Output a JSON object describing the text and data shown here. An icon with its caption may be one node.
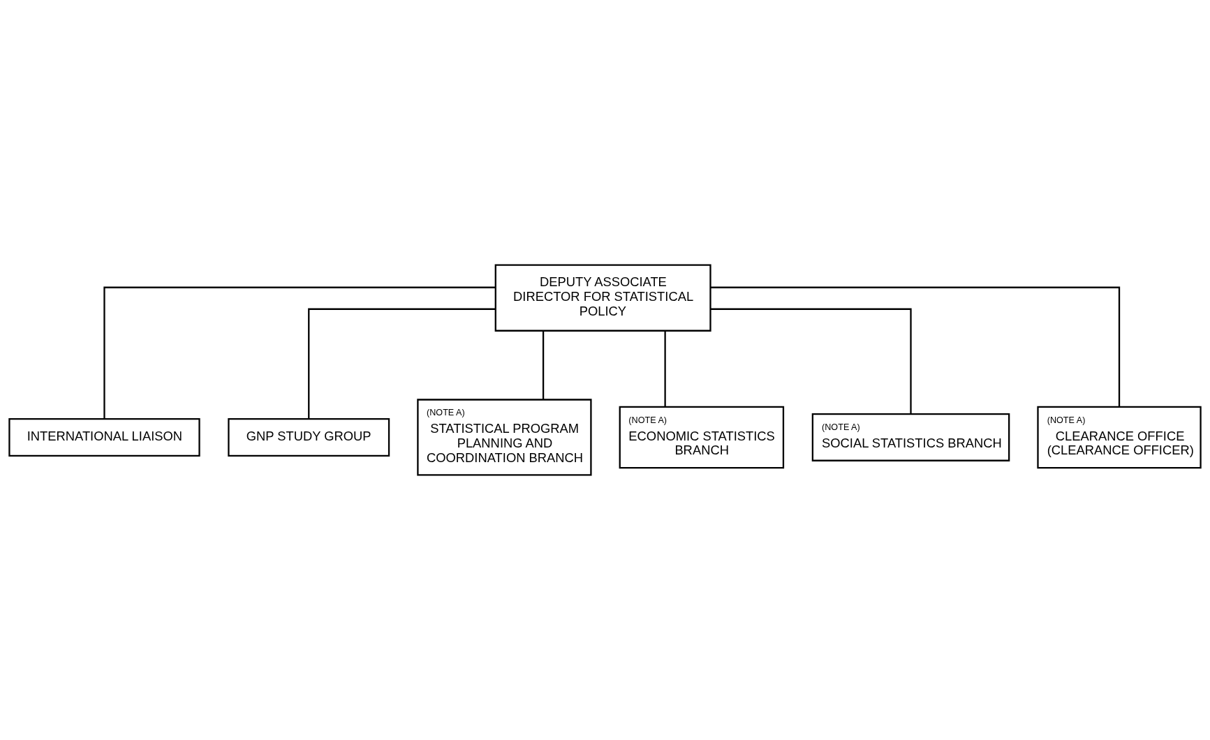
{
  "diagram": {
    "nodes": [
      {
        "text": [
          "DEPUTY ASSOCIATE DIRECTOR FOR STATISTICAL POLICY"
        ]
      },
      {
        "text": [
          "INTERNATIONAL LIAISON"
        ]
      },
      {
        "text": [
          "GNP STUDY GROUP"
        ]
      },
      {
        "text": [
          "(NOTE A)",
          "STATISTICAL PROGRAM PLANNING AND COORDINATION BRANCH"
        ]
      },
      {
        "text": [
          "(NOTE A)",
          "ECONOMIC STATISTICS BRANCH"
        ]
      },
      {
        "text": [
          "(NOTE A)",
          "SOCIAL STATISTICS BRANCH"
        ]
      },
      {
        "text": [
          "(NOTE A)",
          "CLEARANCE OFFICE (CLEARANCE OFFICER)"
        ]
      }
    ],
    "edges": [
      {
        "from": 0,
        "to": 1,
        "arrow": "none"
      },
      {
        "from": 0,
        "to": 2,
        "arrow": "none"
      },
      {
        "from": 0,
        "to": 3,
        "arrow": "none"
      },
      {
        "from": 0,
        "to": 4,
        "arrow": "none"
      },
      {
        "from": 0,
        "to": 5,
        "arrow": "none"
      },
      {
        "from": 0,
        "to": 6,
        "arrow": "none"
      }
    ]
  }
}
